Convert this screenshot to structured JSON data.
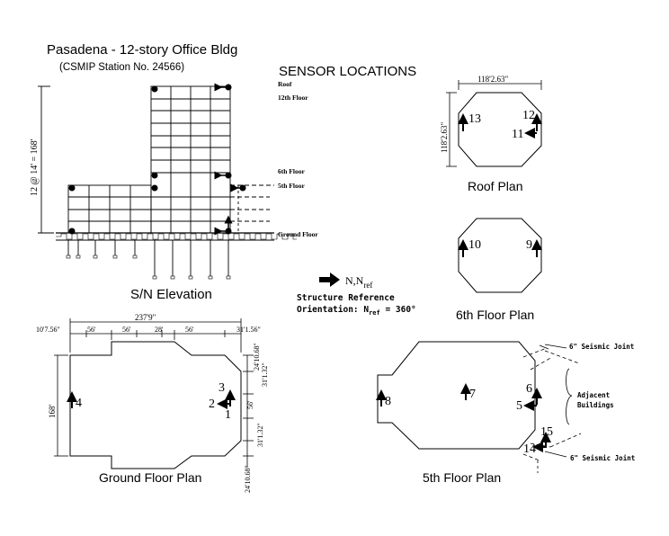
{
  "header": {
    "title": "Pasadena - 12-story Office Bldg",
    "station": "(CSMIP Station No. 24566)",
    "section": "SENSOR LOCATIONS"
  },
  "elevation": {
    "caption": "S/N Elevation",
    "height_dim": "12 @ 14' = 168'",
    "levels": {
      "roof": "Roof",
      "floor12": "12th Floor",
      "floor6": "6th Floor",
      "floor5": "5th Floor",
      "ground": "Ground Floor"
    }
  },
  "roof_plan": {
    "caption": "Roof Plan",
    "dim_width": "118'2.63\"",
    "dim_height": "118'2.63\"",
    "sensors": {
      "s13": "13",
      "s12": "12",
      "s11": "11"
    }
  },
  "sixth_plan": {
    "caption": "6th Floor Plan",
    "sensors": {
      "s10": "10",
      "s9": "9"
    }
  },
  "north": {
    "label": "N,N",
    "sub": "ref",
    "ref_line1": "Structure Reference",
    "ref_line2_prefix": "Orientation: N",
    "ref_line2_sub": "ref",
    "ref_line2_value": " = 360°"
  },
  "ground_plan": {
    "caption": "Ground Floor Plan",
    "dim_total": "237'9\"",
    "dim_left": "10'7.56\"",
    "dims_top": [
      "56'",
      "56'",
      "28'",
      "56'"
    ],
    "dim_right": "31'1.56\"",
    "dim_height": "168'",
    "dims_side": [
      "24'10.68\"",
      "31'1.32\"",
      "56'",
      "31'1.32\"",
      "24'10.68\""
    ],
    "sensors": {
      "s1": "1",
      "s2": "2",
      "s3": "3",
      "s4": "4"
    }
  },
  "fifth_plan": {
    "caption": "5th Floor Plan",
    "joint_top": "6\" Seismic Joint",
    "joint_bottom": "6\" Seismic Joint",
    "adjacent_line1": "Adjacent",
    "adjacent_line2": "Buildings",
    "sensors": {
      "s5": "5",
      "s6": "6",
      "s7": "7",
      "s8": "8",
      "s14": "14",
      "s15": "15"
    }
  }
}
